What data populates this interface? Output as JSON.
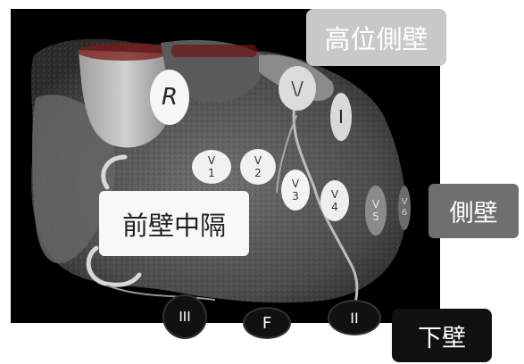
{
  "image": {
    "regions": {
      "high_lateral": "高位側壁",
      "lateral": "側壁",
      "anteroseptal": "前壁中隔",
      "inferior": "下壁"
    },
    "leads": {
      "v1": "V\n1",
      "v2": "V\n2",
      "v3": "V\n3",
      "v4": "V\n4",
      "v5": "V\n5",
      "v6": "V\n6"
    },
    "limb_leads": {
      "r": "R",
      "avl": "\\/",
      "i": "I",
      "iii": "III",
      "f": "F",
      "ii": "II"
    },
    "colors": {
      "background": "#000000",
      "heart_tissue": "#5a5a5a",
      "aorta": "#bdbdbd"
    }
  }
}
